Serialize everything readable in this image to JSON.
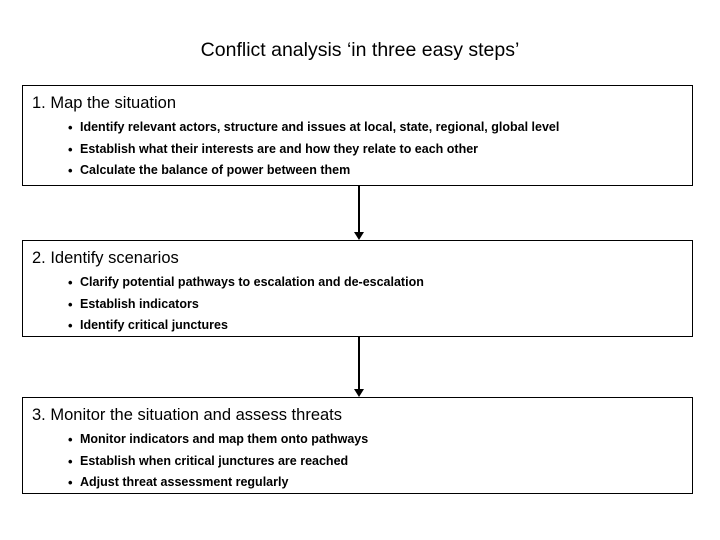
{
  "slide": {
    "title": "Conflict analysis ‘in three easy steps’",
    "bullet_char": "•",
    "background_color": "#ffffff",
    "text_color": "#000000",
    "box_border_color": "#000000",
    "arrow_color": "#000000"
  },
  "steps": [
    {
      "heading": "1. Map the situation",
      "bullets": [
        "Identify relevant actors, structure and issues at local, state, regional, global level",
        "Establish what their interests are and how they relate to each other",
        "Calculate the balance of power between them"
      ]
    },
    {
      "heading": "2. Identify scenarios",
      "bullets": [
        "Clarify potential pathways to escalation and de-escalation",
        "Establish indicators",
        "Identify critical junctures"
      ]
    },
    {
      "heading": "3. Monitor the situation and assess threats",
      "bullets": [
        "Monitor indicators and map them onto pathways",
        "Establish when critical junctures are reached",
        "Adjust threat assessment regularly"
      ]
    }
  ],
  "connectors": [
    {
      "name": "arrow-step1-to-step2",
      "direction": "down"
    },
    {
      "name": "arrow-step2-to-step3",
      "direction": "down"
    }
  ]
}
